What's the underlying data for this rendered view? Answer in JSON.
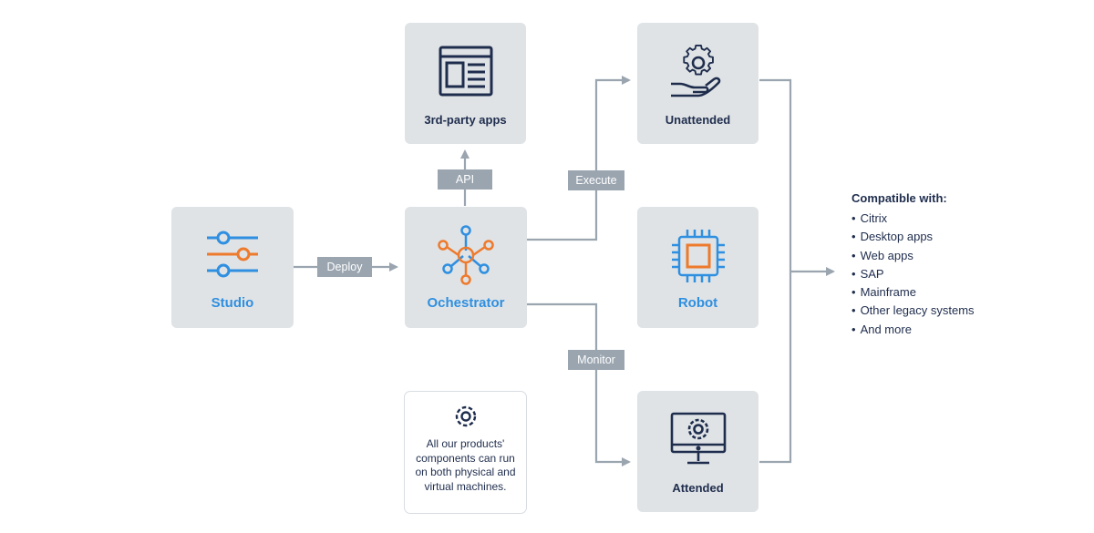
{
  "nodes": {
    "studio": "Studio",
    "orchestrator": "Ochestrator",
    "third_party": "3rd-party apps",
    "unattended": "Unattended",
    "robot": "Robot",
    "attended": "Attended"
  },
  "connectors": {
    "deploy": "Deploy",
    "api": "API",
    "execute": "Execute",
    "monitor": "Monitor"
  },
  "note": {
    "text": "All our products' components can run on both physical and virtual machines."
  },
  "compatible": {
    "title": "Compatible with:",
    "items": [
      "Citrix",
      "Desktop apps",
      "Web apps",
      "SAP",
      "Mainframe",
      "Other legacy systems",
      "And more"
    ]
  },
  "colors": {
    "node_bg": "#dfe3e6",
    "navy": "#1f2d4d",
    "blue": "#2f8fe0",
    "orange": "#ee7a2c",
    "connector": "#9aa5b0"
  },
  "icons": {
    "studio": "sliders-icon",
    "orchestrator": "network-hub-icon",
    "third_party": "browser-window-icon",
    "unattended": "gear-hand-icon",
    "robot": "chip-icon",
    "attended": "monitor-gear-icon",
    "note": "gear-icon"
  }
}
